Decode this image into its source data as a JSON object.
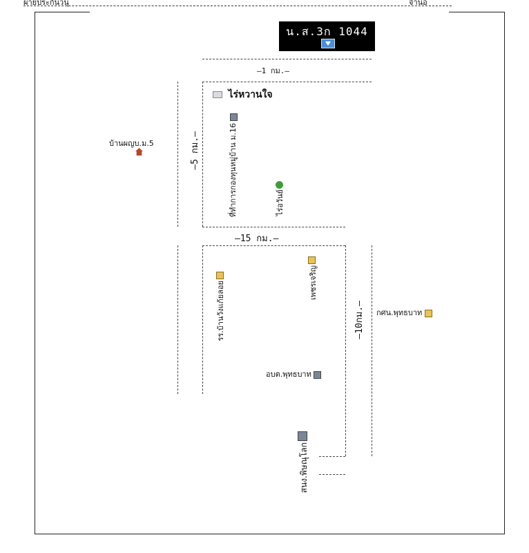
{
  "header": {
    "left_text": "ผ่ายประกันวนุ",
    "right_text": "จำนอ"
  },
  "badge": {
    "code": "น.ส.3ก 1044"
  },
  "distances": {
    "top": "—1 กม.—",
    "middle": "—15 กม.—",
    "left_vertical": "—5 กม.—",
    "right_vertical": "—10กม.—"
  },
  "places": {
    "rai_waan_jai": "ไร่หวานใจ",
    "baan_noen": "บ้านผญบ.ม.5",
    "village_head": "ที่ทำการกองทุนหมู่บ้าน ม.16",
    "rai_nam": "ไร่อวันย์",
    "rr_baan_wang": "รร.บ้านวังแก้ยลอย",
    "phet_charoen": "เพชรเจริญ",
    "obt_phutthabat": "อบต.พุทธบาท",
    "kshn_phutthabat": "กศน.พุทธบาท",
    "sno_phitsanulok": "สนง.พิษณุโลก"
  },
  "icons": {
    "badge_button": "dropdown-arrow-icon",
    "rai_waan_jai": "signpost-icon",
    "baan_noen": "house-icon",
    "village_head": "building-icon",
    "rai_nam": "tree-icon",
    "rr_baan_wang": "school-icon",
    "phet_charoen": "school-icon",
    "obt_phutthabat": "building-icon",
    "kshn_phutthabat": "school-icon",
    "sno_phitsanulok": "building-icon"
  },
  "colors": {
    "badge_bg": "#000000",
    "badge_text": "#ffffff",
    "button": "#4a8fd6"
  }
}
